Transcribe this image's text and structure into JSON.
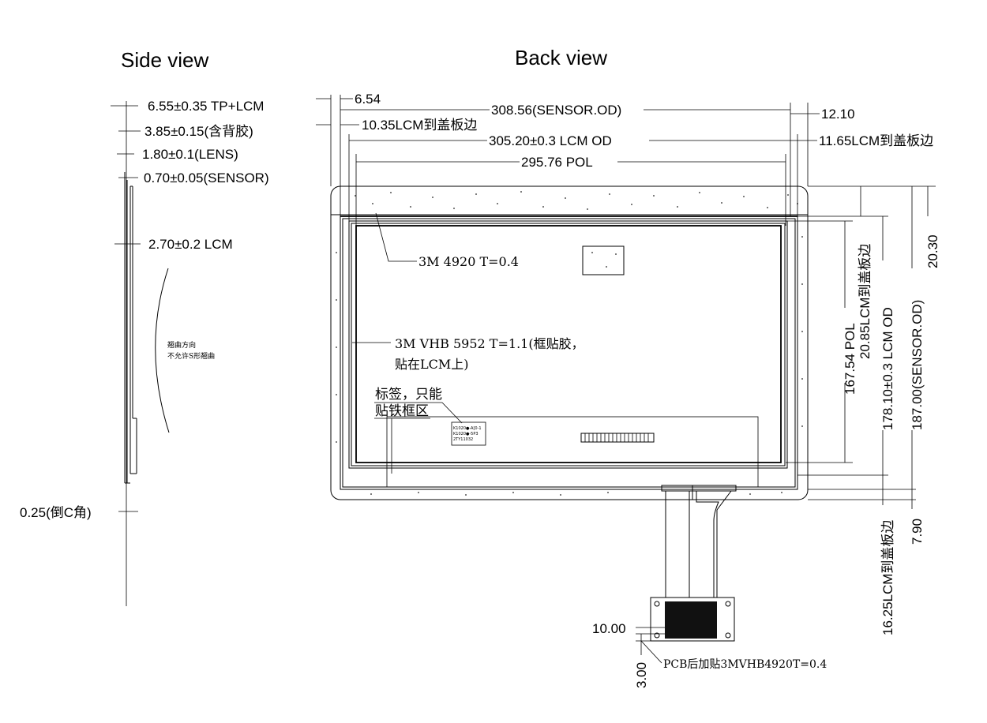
{
  "titles": {
    "side_view": "Side view",
    "back_view": "Back view"
  },
  "side_dims": {
    "tp_lcm": "6.55±0.35  TP+LCM",
    "with_adhesive": "3.85±0.15(含背胶)",
    "lens": "1.80±0.1(LENS)",
    "sensor": "0.70±0.05(SENSOR)",
    "lcm": "2.70±0.2  LCM",
    "chamfer": "0.25(倒C角)"
  },
  "side_note": {
    "line1": "翘曲方向",
    "line2": "不允许S形翘曲"
  },
  "top_dims": {
    "d654": "6.54",
    "sensor_od": "308.56(SENSOR.OD)",
    "d1210": "12.10",
    "lcm_cover_left": "10.35LCM到盖板边",
    "lcm_od": "305.20±0.3  LCM  OD",
    "lcm_cover_right": "11.65LCM到盖板边",
    "pol": "295.76  POL"
  },
  "right_dims": {
    "pol_h": "167.54  POL",
    "lcm_cover_top": "20.85LCM到盖板边",
    "lcm_od_h": "178.10±0.3  LCM  OD",
    "sensor_od_h": "187.00(SENSOR.OD)",
    "d2030": "20.30",
    "d790": "7.90",
    "lcm_cover_bottom": "16.25LCM到盖板边"
  },
  "annotations": {
    "tape_4920": "3M  4920  T=0.4",
    "vhb_line1": "3M  VHB  5952  T=1.1(框贴胶，",
    "vhb_line2": "贴在LCM上)",
    "label_line1": "标签，只能",
    "label_line2": "贴铁框区",
    "label_sticker_1": "K1020●-A[0-1",
    "label_sticker_2": "K1020●-5P3",
    "label_sticker_3": "2TY11032"
  },
  "fpc": {
    "d1000": "10.00",
    "d300": "3.00",
    "pcb_note": "PCB后加贴3MVHB4920T=0.4"
  }
}
